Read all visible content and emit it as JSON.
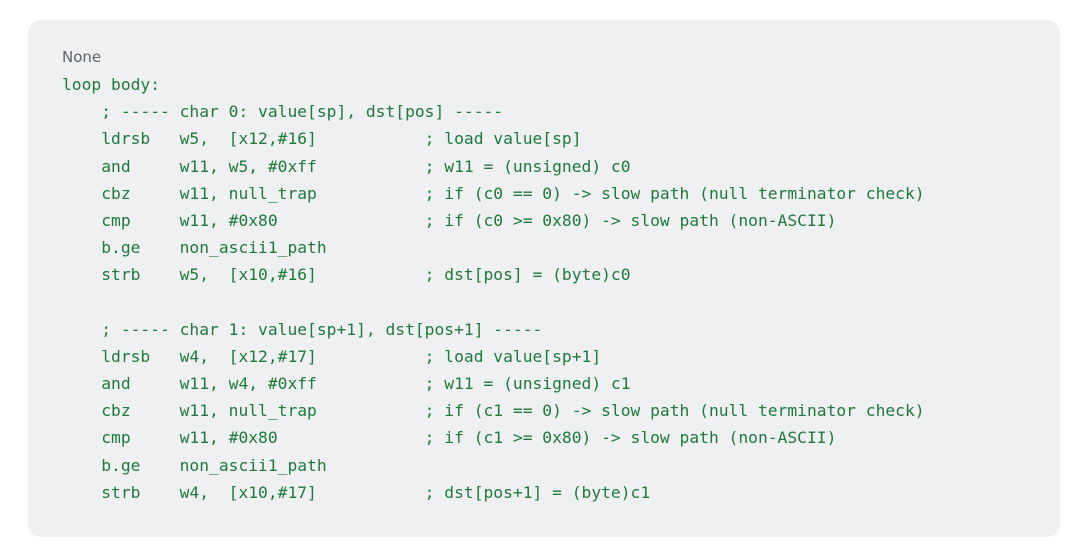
{
  "card": {
    "background_color": "#eff0f2",
    "text_color": "#1e7a3c",
    "label_color": "#5f6368"
  },
  "status_label": "None",
  "code": {
    "language": "arm64-assembly",
    "lines": [
      "loop body:",
      "    ; ----- char 0: value[sp], dst[pos] -----",
      "    ldrsb   w5,  [x12,#16]           ; load value[sp]",
      "    and     w11, w5, #0xff           ; w11 = (unsigned) c0",
      "    cbz     w11, null_trap           ; if (c0 == 0) -> slow path (null terminator check)",
      "    cmp     w11, #0x80               ; if (c0 >= 0x80) -> slow path (non-ASCII)",
      "    b.ge    non_ascii1_path",
      "    strb    w5,  [x10,#16]           ; dst[pos] = (byte)c0",
      "",
      "    ; ----- char 1: value[sp+1], dst[pos+1] -----",
      "    ldrsb   w4,  [x12,#17]           ; load value[sp+1]",
      "    and     w11, w4, #0xff           ; w11 = (unsigned) c1",
      "    cbz     w11, null_trap           ; if (c1 == 0) -> slow path (null terminator check)",
      "    cmp     w11, #0x80               ; if (c1 >= 0x80) -> slow path (non-ASCII)",
      "    b.ge    non_ascii1_path",
      "    strb    w4,  [x10,#17]           ; dst[pos+1] = (byte)c1"
    ]
  }
}
